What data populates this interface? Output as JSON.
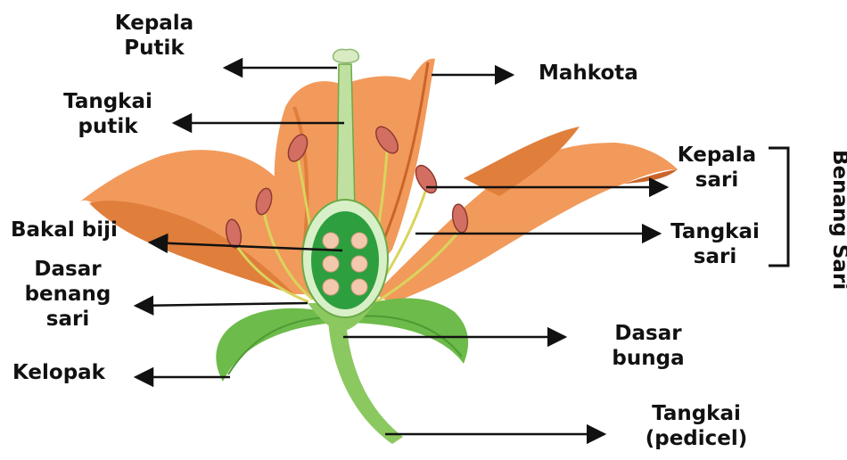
{
  "diagram": {
    "colors": {
      "petal": "#F29A5B",
      "petal_shade": "#E07E3C",
      "petal_dark": "#C9652A",
      "leaf": "#6DBB4A",
      "leaf_dark": "#4E9A34",
      "stem": "#8CC860",
      "ovary": "#2E9F3F",
      "ovule": "#F3C9AE",
      "anther": "#D26F62",
      "filament": "#D9D45C",
      "stigma": "#D9EBC3",
      "arrow": "#111111"
    },
    "labels": {
      "kepala_putik_1": "Kepala",
      "kepala_putik_2": "Putik",
      "tangkai_putik_1": "Tangkai",
      "tangkai_putik_2": "putik",
      "bakal_biji": "Bakal biji",
      "dasar_benang_sari_1": "Dasar",
      "dasar_benang_sari_2": "benang",
      "dasar_benang_sari_3": "sari",
      "kelopak": "Kelopak",
      "mahkota": "Mahkota",
      "kepala_sari_1": "Kepala",
      "kepala_sari_2": "sari",
      "tangkai_sari_1": "Tangkai",
      "tangkai_sari_2": "sari",
      "benang_sari": "Benang Sari",
      "dasar_bunga_1": "Dasar",
      "dasar_bunga_2": "bunga",
      "tangkai_pedicel_1": "Tangkai",
      "tangkai_pedicel_2": "(pedicel)"
    }
  }
}
